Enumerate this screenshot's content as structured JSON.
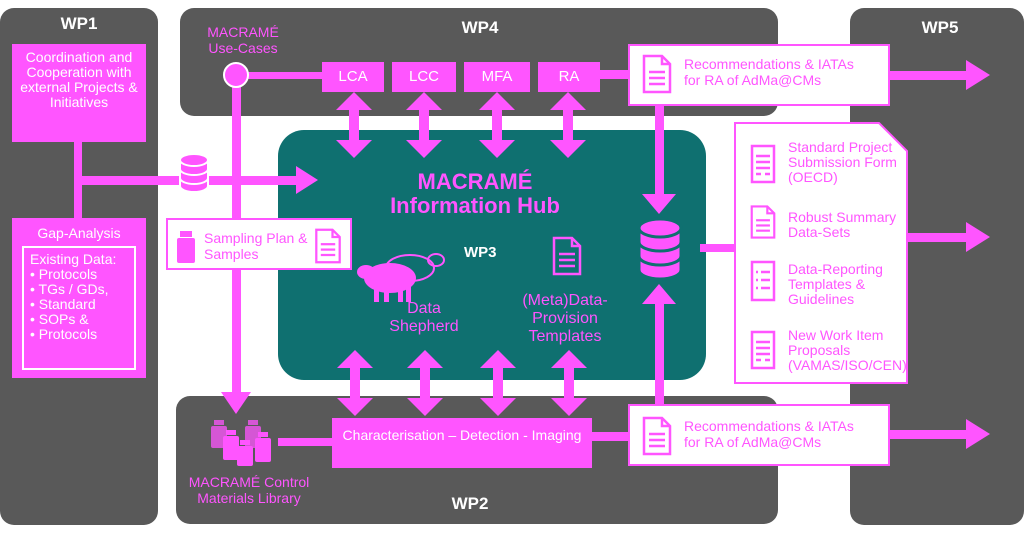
{
  "colors": {
    "panel": "#595959",
    "magenta": "#ff55ff",
    "teal": "#0f7070",
    "white": "#ffffff"
  },
  "wp1": {
    "title": "WP1",
    "coordination": "Coordination and Cooperation with external Projects & Initiatives",
    "gap_analysis": "Gap-Analysis",
    "existing_data_title": "Existing Data:",
    "existing_data_items": [
      "Protocols",
      "TGs / GDs,",
      "Standard",
      "SOPs &",
      "Protocols"
    ]
  },
  "wp4": {
    "title": "WP4",
    "use_cases": "MACRAMÉ Use-Cases",
    "boxes": [
      "LCA",
      "LCC",
      "MFA",
      "RA"
    ],
    "recommendations": "Recommendations & IATAs for RA of AdMa@CMs"
  },
  "wp5": {
    "title": "WP5",
    "items": [
      "Standard Project Submission Form (OECD)",
      "Robust Summary Data-Sets",
      "Data-Reporting Templates & Guidelines",
      "New Work Item Proposals (VAMAS/ISO/CEN)"
    ]
  },
  "wp3": {
    "hub_title_1": "MACRAMÉ",
    "hub_title_2": "Information Hub",
    "label": "WP3",
    "data_shepherd": "Data Shepherd",
    "templates": "(Meta)Data-Provision Templates",
    "sampling": "Sampling Plan & Samples"
  },
  "wp2": {
    "title": "WP2",
    "characterisation": "Characterisation – Detection - Imaging",
    "library": "MACRAMÉ Control Materials Library",
    "recommendations": "Recommendations & IATAs for RA of AdMa@CMs"
  },
  "icons": [
    "database-icon",
    "document-icon",
    "sheep-icon",
    "vial-icon",
    "vials-icon",
    "form-icon",
    "checklist-icon"
  ]
}
